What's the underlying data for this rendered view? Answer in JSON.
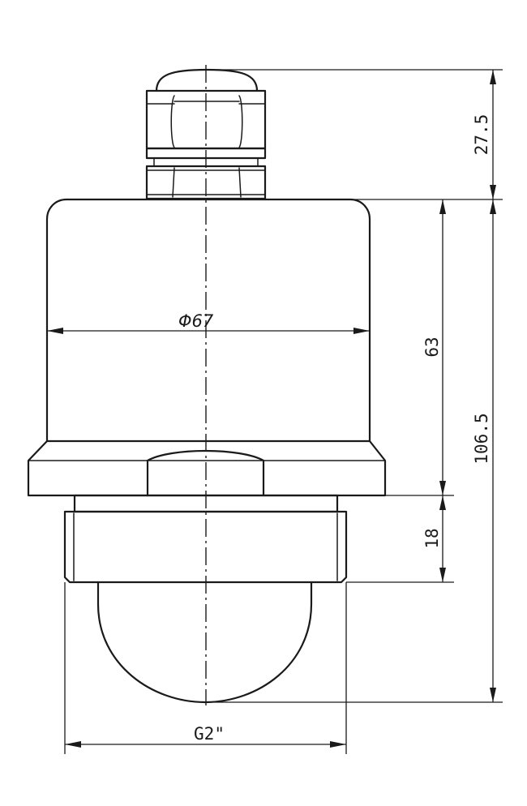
{
  "dimensions": {
    "cable_gland_height": "27.5",
    "housing_height": "63",
    "total_height": "106.5",
    "thread_height": "18",
    "housing_diameter_symbol": "Φ",
    "housing_diameter_value": "67",
    "thread_size": "G2\""
  }
}
